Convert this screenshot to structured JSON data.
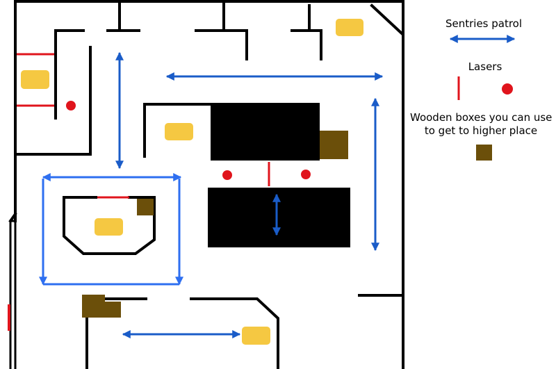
{
  "legend": {
    "sentries_label": "Sentries patrol",
    "lasers_label": "Lasers",
    "boxes_label_line1": "Wooden boxes you can use",
    "boxes_label_line2": "to get to higher place"
  },
  "colors": {
    "wall": "#000000",
    "patrol": "#1a5cc8",
    "patrol_loop": "#2e6ff0",
    "laser": "#e0141c",
    "box": "#6b4f0a",
    "goal": "#f5c842",
    "block": "#000000"
  },
  "icons": {
    "patrol": "double-arrow-icon",
    "laser_beam": "laser-beam-icon",
    "laser_emitter": "laser-emitter-icon",
    "box": "wooden-box-icon",
    "goal": "yellow-goal-icon"
  }
}
